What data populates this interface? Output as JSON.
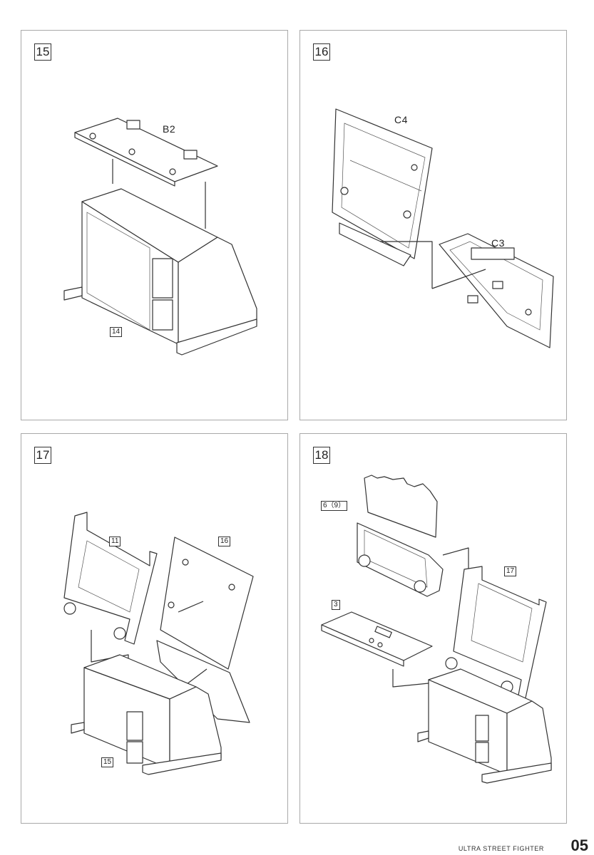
{
  "steps": [
    {
      "number": "15",
      "parts": [
        "B2"
      ],
      "refs": [
        "14"
      ]
    },
    {
      "number": "16",
      "parts": [
        "C4",
        "C3"
      ],
      "refs": []
    },
    {
      "number": "17",
      "parts": [],
      "refs": [
        "11",
        "16",
        "15"
      ]
    },
    {
      "number": "18",
      "parts": [],
      "refs": [
        "6（9）",
        "17",
        "3"
      ]
    }
  ],
  "footer": {
    "text": "ULTRA STREET FIGHTER",
    "page_number": "05"
  }
}
